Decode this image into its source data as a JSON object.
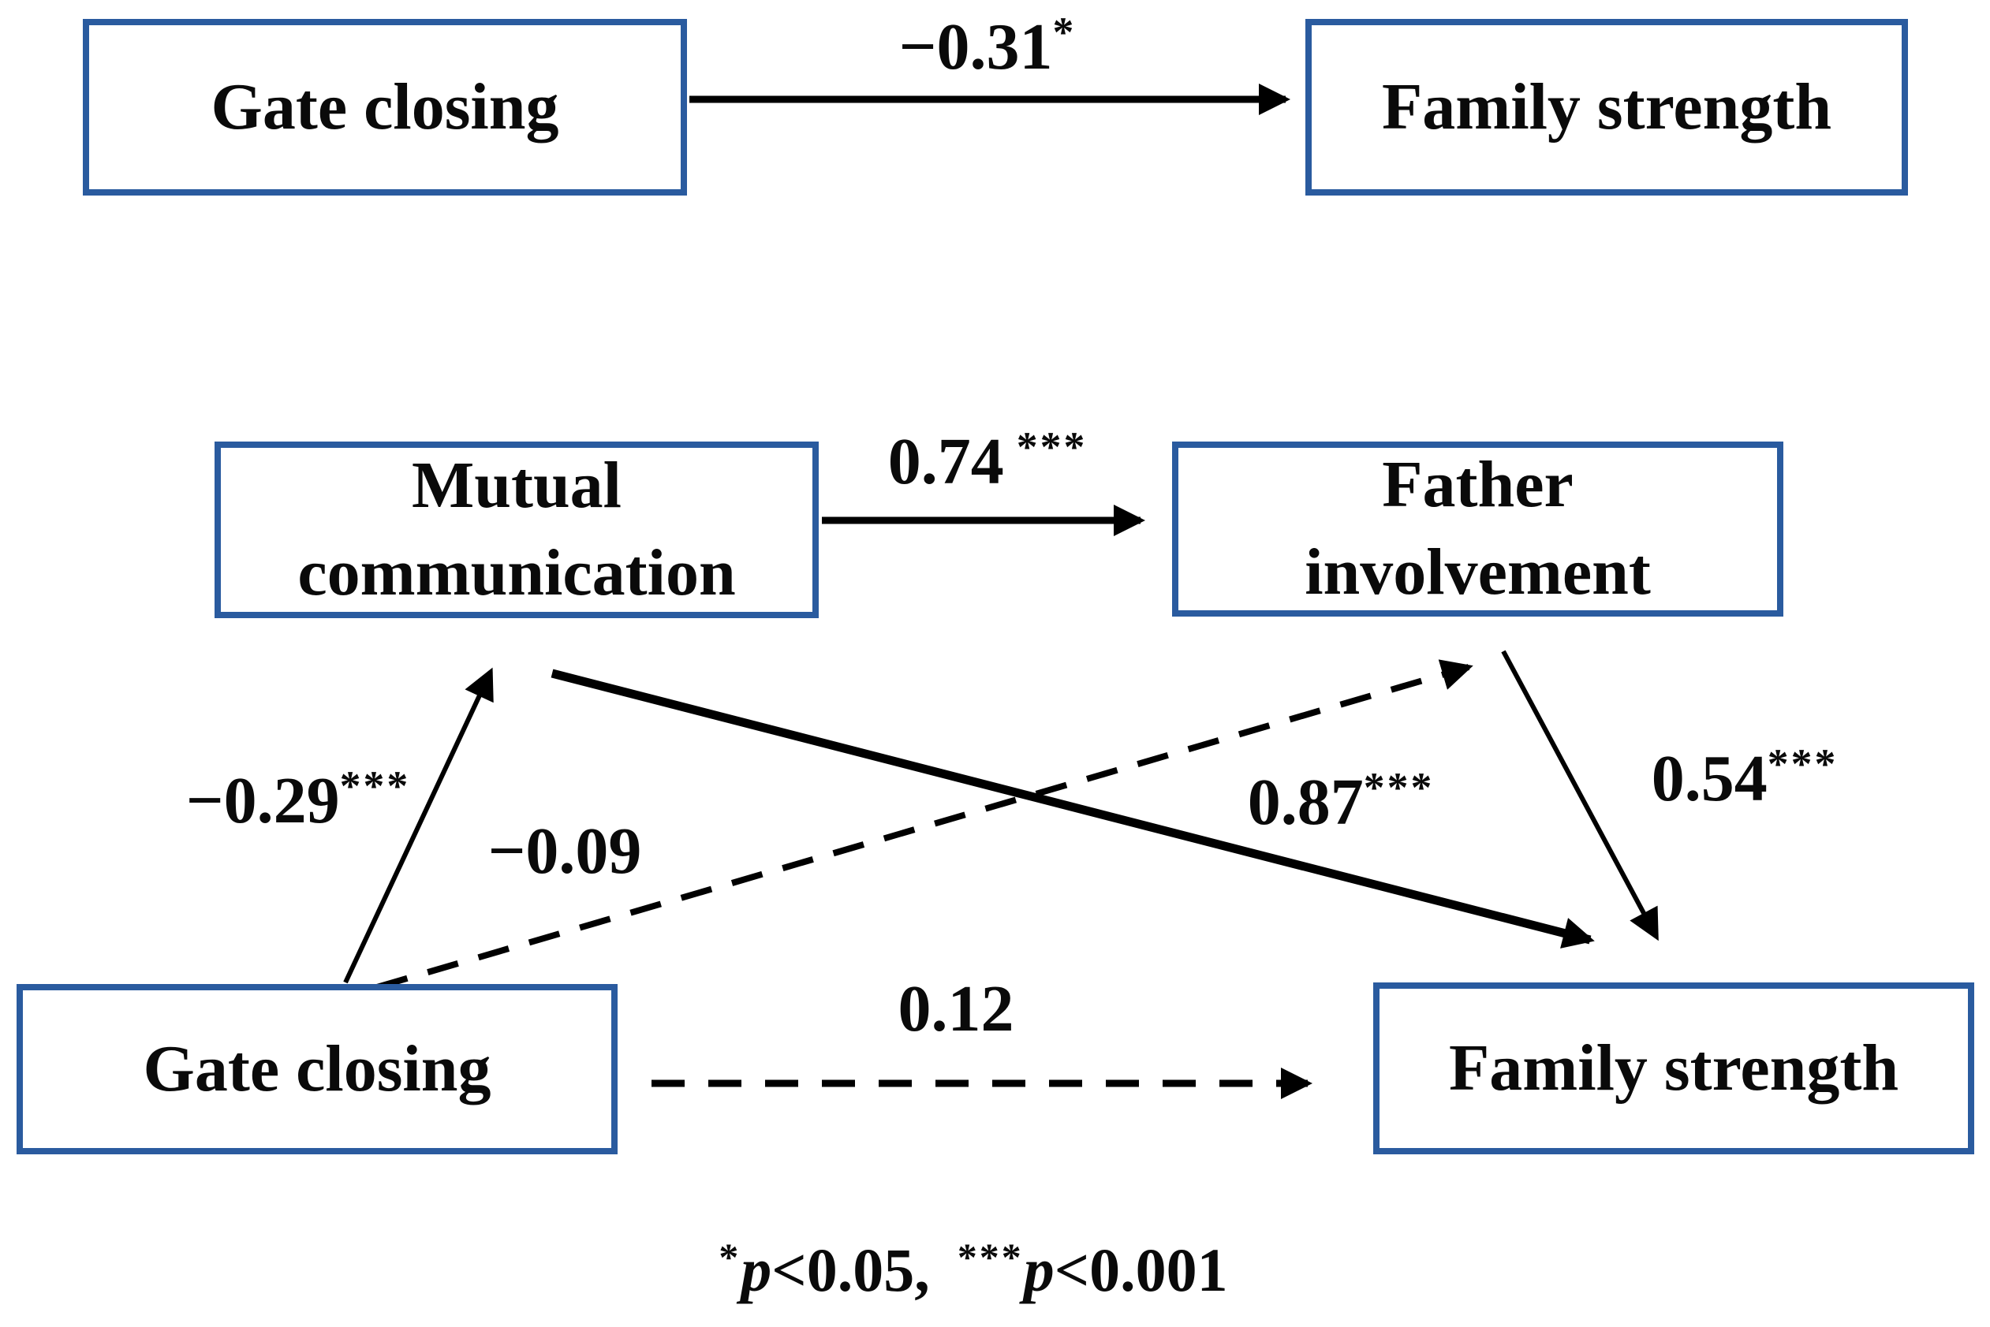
{
  "colors": {
    "box_border": "#2a5b9f",
    "arrow": "#000000",
    "text": "#0a0a0a"
  },
  "total_effect_model": {
    "boxes": {
      "gate_closing": {
        "label": "Gate closing"
      },
      "family_strength": {
        "label": "Family strength"
      }
    },
    "path": {
      "from": "Gate closing",
      "to": "Family strength",
      "coefficient": "−0.31",
      "significance": "*",
      "line_style": "solid"
    }
  },
  "mediation_model": {
    "boxes": {
      "mutual_communication": {
        "label": "Mutual communication",
        "lines": [
          "Mutual",
          "communication"
        ]
      },
      "father_involvement": {
        "label": "Father involvement",
        "lines": [
          "Father",
          "involvement"
        ]
      },
      "gate_closing": {
        "label": "Gate closing"
      },
      "family_strength": {
        "label": "Family strength"
      }
    },
    "paths": [
      {
        "from": "Mutual communication",
        "to": "Father involvement",
        "coefficient": "0.74",
        "significance": "***",
        "line_style": "solid"
      },
      {
        "from": "Gate closing",
        "to": "Mutual communication",
        "coefficient": "−0.29",
        "significance": "***",
        "line_style": "solid"
      },
      {
        "from": "Gate closing",
        "to": "Father involvement",
        "coefficient": "−0.09",
        "significance": "",
        "line_style": "dashed"
      },
      {
        "from": "Mutual communication",
        "to": "Family strength",
        "coefficient": "0.87",
        "significance": "***",
        "line_style": "solid"
      },
      {
        "from": "Father involvement",
        "to": "Family strength",
        "coefficient": "0.54",
        "significance": "***",
        "line_style": "solid"
      },
      {
        "from": "Gate closing",
        "to": "Family strength",
        "coefficient": "0.12",
        "significance": "",
        "line_style": "dashed"
      }
    ]
  },
  "note": {
    "sig_a": "*",
    "var_a": "p",
    "rel_a": "<0.05,",
    "sig_b": "***",
    "var_b": "p",
    "rel_b": "<0.001"
  }
}
